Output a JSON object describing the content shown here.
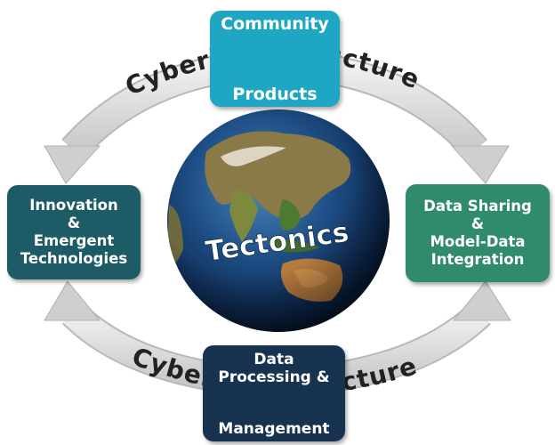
{
  "center": {
    "label": "Tectonics"
  },
  "boxes": {
    "top": {
      "lines": [
        "Community",
        "Products"
      ],
      "color": "#1fa6c2"
    },
    "left": {
      "lines": [
        "Innovation",
        "&",
        "Emergent",
        "Technologies"
      ],
      "color": "#1d5c66"
    },
    "right": {
      "lines": [
        "Data Sharing",
        "&",
        "Model-Data",
        "Integration"
      ],
      "color": "#2f8a6e"
    },
    "bottom": {
      "lines": [
        "Data",
        "Processing &",
        "Management"
      ],
      "color": "#17334f"
    }
  },
  "arcs": {
    "top_label": "Cyberinfrastructure",
    "bottom_label": "Cyberinfrastructure",
    "color": "#dadada"
  }
}
